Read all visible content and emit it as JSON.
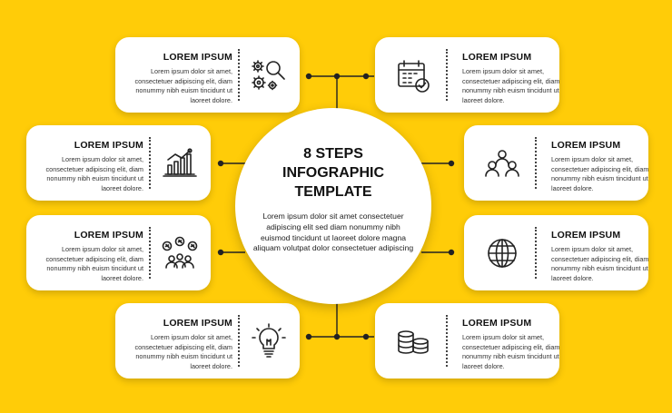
{
  "center": {
    "title": "8 STEPS\nINFOGRAPHIC\nTEMPLATE",
    "body": "Lorem ipsum dolor sit amet consectetuer adipiscing elit sed diam nonummy nibh euismod tincidunt ut laoreet dolore magna aliquam volutpat dolor consectetuer adipiscing"
  },
  "steps": [
    {
      "title": "LOREM IPSUM",
      "body": "Lorem ipsum dolor sit amet, consectetuer adipiscing elit, diam nonummy nibh euism tincidunt ut laoreet dolore.",
      "icon": "gears-search-icon"
    },
    {
      "title": "LOREM IPSUM",
      "body": "Lorem ipsum dolor sit amet, consectetuer adipiscing elit, diam nonummy nibh euism tincidunt ut laoreet dolore.",
      "icon": "calendar-check-icon"
    },
    {
      "title": "LOREM IPSUM",
      "body": "Lorem ipsum dolor sit amet, consectetuer adipiscing elit, diam nonummy nibh euism tincidunt ut laoreet dolore.",
      "icon": "growth-chart-icon"
    },
    {
      "title": "LOREM IPSUM",
      "body": "Lorem ipsum dolor sit amet, consectetuer adipiscing elit, diam nonummy nibh euism tincidunt ut laoreet dolore.",
      "icon": "team-group-icon"
    },
    {
      "title": "LOREM IPSUM",
      "body": "Lorem ipsum dolor sit amet, consectetuer adipiscing elit, diam nonummy nibh euism tincidunt ut laoreet dolore.",
      "icon": "social-network-icon"
    },
    {
      "title": "LOREM IPSUM",
      "body": "Lorem ipsum dolor sit amet, consectetuer adipiscing elit, diam nonummy nibh euism tincidunt ut laoreet dolore.",
      "icon": "globe-icon"
    },
    {
      "title": "LOREM IPSUM",
      "body": "Lorem ipsum dolor sit amet, consectetuer adipiscing elit, diam nonummy nibh euism tincidunt ut laoreet dolore.",
      "icon": "lightbulb-icon"
    },
    {
      "title": "LOREM IPSUM",
      "body": "Lorem ipsum dolor sit amet, consectetuer adipiscing elit, diam nonummy nibh euism tincidunt ut laoreet dolore.",
      "icon": "coins-icon"
    }
  ],
  "colors": {
    "background": "#FFCC08",
    "card": "#FFFFFF",
    "line": "#222222"
  }
}
